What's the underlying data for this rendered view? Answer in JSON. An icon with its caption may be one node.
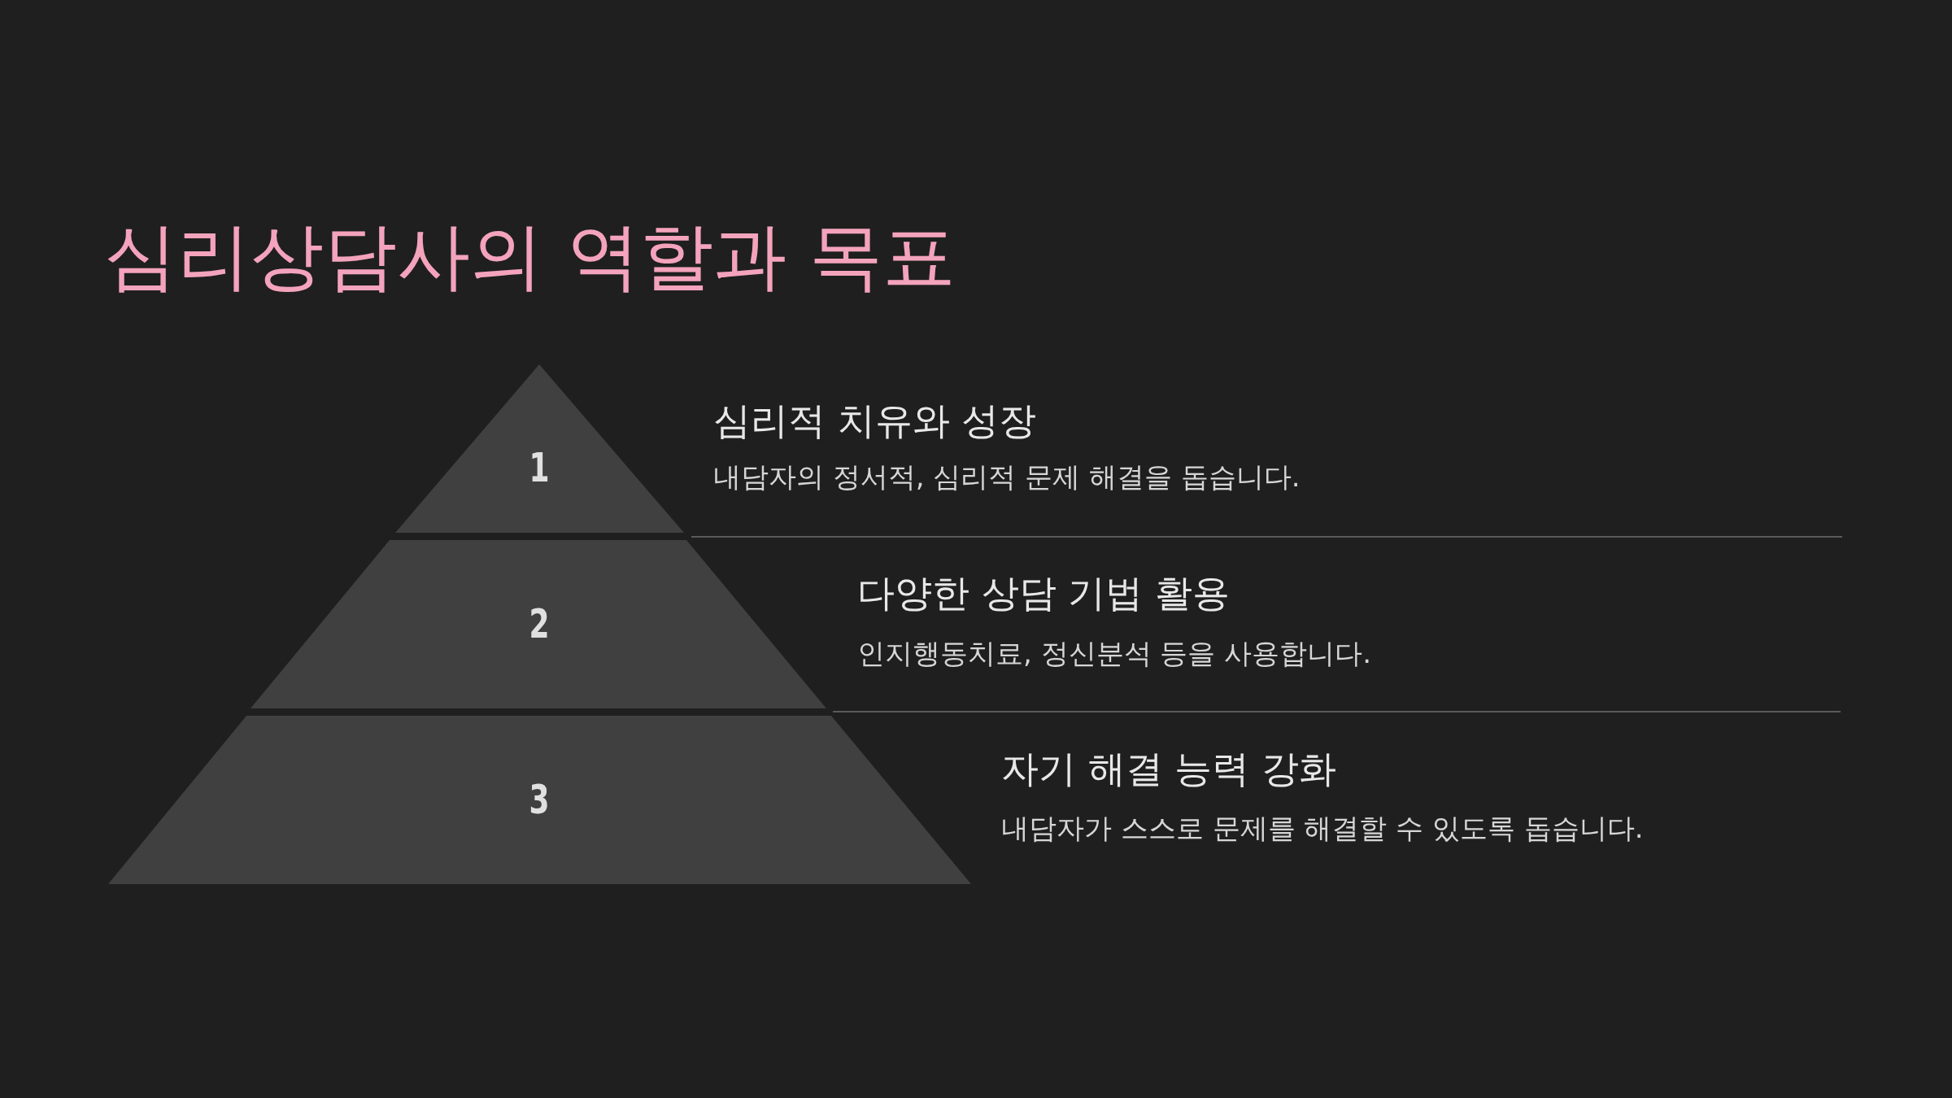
{
  "diagram": {
    "title": "심리상담사의 역할과 목표",
    "nodes": [
      {
        "text": [
          "1"
        ],
        "beside": [
          "심리적 치유와 성장",
          "내담자의 정서적, 심리적 문제 해결을 돕습니다."
        ]
      },
      {
        "text": [
          "2"
        ],
        "beside": [
          "다양한 상담 기법 활용",
          "인지행동치료, 정신분석 등을 사용합니다."
        ]
      },
      {
        "text": [
          "3"
        ],
        "beside": [
          "자기 해결 능력 강화",
          "내담자가 스스로 문제를 해결할 수 있도록 돕습니다."
        ]
      }
    ]
  }
}
